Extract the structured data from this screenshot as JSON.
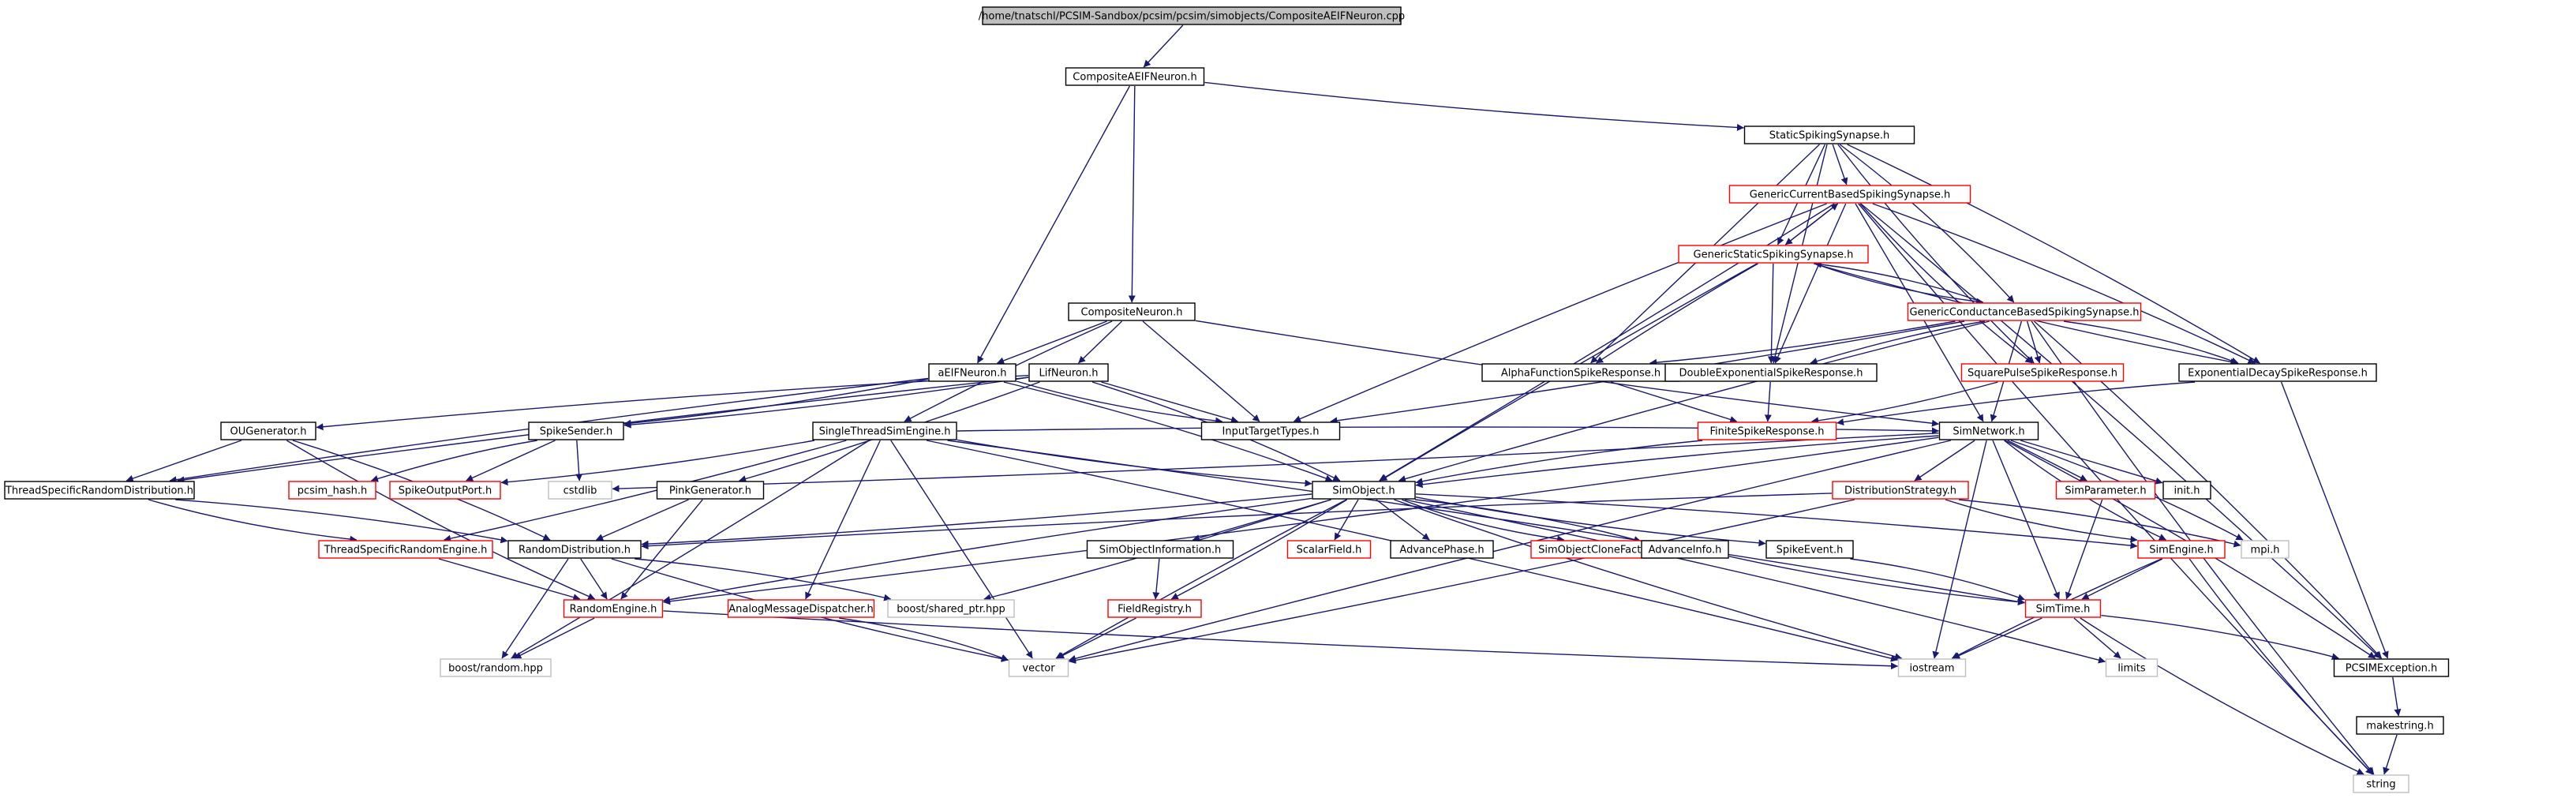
{
  "colors": {
    "root_fill": "#bfbfbf",
    "node_fill": "#ffffff",
    "border_black": "#000000",
    "border_red": "#ff0000",
    "border_gray": "#bfbfbf",
    "edge": "#191970"
  },
  "nodes": [
    {
      "id": "root",
      "label": "/home/tnatschl/PCSIM-Sandbox/pcsim/pcsim/simobjects/CompositeAEIFNeuron.cpp",
      "style": "root"
    },
    {
      "id": "composite_aeif",
      "label": "CompositeAEIFNeuron.h",
      "style": "black"
    },
    {
      "id": "static_spiking",
      "label": "StaticSpikingSynapse.h",
      "style": "black"
    },
    {
      "id": "generic_current",
      "label": "GenericCurrentBasedSpikingSynapse.h",
      "style": "red"
    },
    {
      "id": "generic_static",
      "label": "GenericStaticSpikingSynapse.h",
      "style": "red"
    },
    {
      "id": "generic_conductance",
      "label": "GenericConductanceBasedSpikingSynapse.h",
      "style": "red"
    },
    {
      "id": "composite_neuron",
      "label": "CompositeNeuron.h",
      "style": "black"
    },
    {
      "id": "aeif_neuron",
      "label": "aEIFNeuron.h",
      "style": "black"
    },
    {
      "id": "lif_neuron",
      "label": "LifNeuron.h",
      "style": "black"
    },
    {
      "id": "alpha_function",
      "label": "AlphaFunctionSpikeResponse.h",
      "style": "black"
    },
    {
      "id": "double_exp",
      "label": "DoubleExponentialSpikeResponse.h",
      "style": "black"
    },
    {
      "id": "square_pulse",
      "label": "SquarePulseSpikeResponse.h",
      "style": "red"
    },
    {
      "id": "exp_decay",
      "label": "ExponentialDecaySpikeResponse.h",
      "style": "black"
    },
    {
      "id": "ou_generator",
      "label": "OUGenerator.h",
      "style": "black"
    },
    {
      "id": "spike_sender",
      "label": "SpikeSender.h",
      "style": "black"
    },
    {
      "id": "single_thread",
      "label": "SingleThreadSimEngine.h",
      "style": "black"
    },
    {
      "id": "input_target",
      "label": "InputTargetTypes.h",
      "style": "black"
    },
    {
      "id": "finite_spike",
      "label": "FiniteSpikeResponse.h",
      "style": "red"
    },
    {
      "id": "sim_network",
      "label": "SimNetwork.h",
      "style": "black"
    },
    {
      "id": "thread_specific_rd",
      "label": "ThreadSpecificRandomDistribution.h",
      "style": "black"
    },
    {
      "id": "pcsim_hash",
      "label": "pcsim_hash.h",
      "style": "red"
    },
    {
      "id": "spike_output_port",
      "label": "SpikeOutputPort.h",
      "style": "red"
    },
    {
      "id": "cstdlib",
      "label": "cstdlib",
      "style": "gray"
    },
    {
      "id": "pink_generator",
      "label": "PinkGenerator.h",
      "style": "black"
    },
    {
      "id": "sim_object",
      "label": "SimObject.h",
      "style": "black"
    },
    {
      "id": "distribution_strategy",
      "label": "DistributionStrategy.h",
      "style": "red"
    },
    {
      "id": "sim_parameter",
      "label": "SimParameter.h",
      "style": "red"
    },
    {
      "id": "init_h",
      "label": "init.h",
      "style": "black"
    },
    {
      "id": "thread_specific_re",
      "label": "ThreadSpecificRandomEngine.h",
      "style": "red"
    },
    {
      "id": "random_distribution",
      "label": "RandomDistribution.h",
      "style": "black"
    },
    {
      "id": "sim_object_info",
      "label": "SimObjectInformation.h",
      "style": "black"
    },
    {
      "id": "scalar_field",
      "label": "ScalarField.h",
      "style": "red"
    },
    {
      "id": "advance_phase",
      "label": "AdvancePhase.h",
      "style": "black"
    },
    {
      "id": "sim_object_clone",
      "label": "SimObjectCloneFactory.h",
      "style": "red"
    },
    {
      "id": "advance_info",
      "label": "AdvanceInfo.h",
      "style": "black"
    },
    {
      "id": "spike_event",
      "label": "SpikeEvent.h",
      "style": "black"
    },
    {
      "id": "sim_engine",
      "label": "SimEngine.h",
      "style": "red"
    },
    {
      "id": "mpi_h",
      "label": "mpi.h",
      "style": "gray"
    },
    {
      "id": "random_engine",
      "label": "RandomEngine.h",
      "style": "red"
    },
    {
      "id": "analog_message",
      "label": "AnalogMessageDispatcher.h",
      "style": "red"
    },
    {
      "id": "boost_shared",
      "label": "boost/shared_ptr.hpp",
      "style": "gray"
    },
    {
      "id": "field_registry",
      "label": "FieldRegistry.h",
      "style": "red"
    },
    {
      "id": "sim_time",
      "label": "SimTime.h",
      "style": "red"
    },
    {
      "id": "boost_random",
      "label": "boost/random.hpp",
      "style": "gray"
    },
    {
      "id": "vector",
      "label": "vector",
      "style": "gray"
    },
    {
      "id": "iostream",
      "label": "iostream",
      "style": "gray"
    },
    {
      "id": "limits",
      "label": "limits",
      "style": "gray"
    },
    {
      "id": "pcsim_exception",
      "label": "PCSIMException.h",
      "style": "black"
    },
    {
      "id": "makestring",
      "label": "makestring.h",
      "style": "black"
    },
    {
      "id": "string",
      "label": "string",
      "style": "gray"
    }
  ],
  "edges": [
    [
      "root",
      "composite_aeif"
    ],
    [
      "composite_aeif",
      "static_spiking"
    ],
    [
      "composite_aeif",
      "composite_neuron"
    ],
    [
      "composite_aeif",
      "aeif_neuron"
    ],
    [
      "static_spiking",
      "generic_current"
    ],
    [
      "static_spiking",
      "generic_static"
    ],
    [
      "static_spiking",
      "generic_conductance"
    ],
    [
      "static_spiking",
      "alpha_function"
    ],
    [
      "static_spiking",
      "double_exp"
    ],
    [
      "static_spiking",
      "square_pulse"
    ],
    [
      "static_spiking",
      "exp_decay"
    ],
    [
      "generic_current",
      "generic_static"
    ],
    [
      "generic_current",
      "input_target"
    ],
    [
      "generic_current",
      "sim_object"
    ],
    [
      "generic_current",
      "double_exp"
    ],
    [
      "generic_current",
      "square_pulse"
    ],
    [
      "generic_current",
      "exp_decay"
    ],
    [
      "generic_current",
      "sim_network"
    ],
    [
      "generic_current",
      "pcsim_exception"
    ],
    [
      "generic_current",
      "string"
    ],
    [
      "generic_static",
      "generic_current"
    ],
    [
      "generic_static",
      "generic_conductance"
    ],
    [
      "generic_static",
      "alpha_function"
    ],
    [
      "generic_static",
      "double_exp"
    ],
    [
      "generic_static",
      "sim_object"
    ],
    [
      "generic_static",
      "exp_decay"
    ],
    [
      "generic_conductance",
      "generic_static"
    ],
    [
      "generic_conductance",
      "alpha_function"
    ],
    [
      "generic_conductance",
      "double_exp"
    ],
    [
      "generic_conductance",
      "square_pulse"
    ],
    [
      "generic_conductance",
      "exp_decay"
    ],
    [
      "generic_conductance",
      "input_target"
    ],
    [
      "generic_conductance",
      "sim_object"
    ],
    [
      "generic_conductance",
      "sim_network"
    ],
    [
      "generic_conductance",
      "pcsim_exception"
    ],
    [
      "generic_conductance",
      "string"
    ],
    [
      "composite_neuron",
      "aeif_neuron"
    ],
    [
      "composite_neuron",
      "lif_neuron"
    ],
    [
      "composite_neuron",
      "single_thread"
    ],
    [
      "composite_neuron",
      "sim_network"
    ],
    [
      "composite_neuron",
      "input_target"
    ],
    [
      "aeif_neuron",
      "spike_sender"
    ],
    [
      "aeif_neuron",
      "sim_object"
    ],
    [
      "aeif_neuron",
      "input_target"
    ],
    [
      "aeif_neuron",
      "thread_specific_rd"
    ],
    [
      "lif_neuron",
      "spike_sender"
    ],
    [
      "lif_neuron",
      "ou_generator"
    ],
    [
      "lif_neuron",
      "pink_generator"
    ],
    [
      "lif_neuron",
      "sim_object"
    ],
    [
      "lif_neuron",
      "input_target"
    ],
    [
      "lif_neuron",
      "thread_specific_rd"
    ],
    [
      "alpha_function",
      "finite_spike"
    ],
    [
      "double_exp",
      "finite_spike"
    ],
    [
      "square_pulse",
      "finite_spike"
    ],
    [
      "exp_decay",
      "finite_spike"
    ],
    [
      "exp_decay",
      "pcsim_exception"
    ],
    [
      "finite_spike",
      "sim_object"
    ],
    [
      "ou_generator",
      "thread_specific_rd"
    ],
    [
      "ou_generator",
      "random_distribution"
    ],
    [
      "ou_generator",
      "random_engine"
    ],
    [
      "spike_sender",
      "pcsim_hash"
    ],
    [
      "spike_sender",
      "spike_output_port"
    ],
    [
      "spike_sender",
      "cstdlib"
    ],
    [
      "single_thread",
      "sim_object"
    ],
    [
      "single_thread",
      "sim_network"
    ],
    [
      "single_thread",
      "thread_specific_re"
    ],
    [
      "single_thread",
      "analog_message"
    ],
    [
      "single_thread",
      "spike_output_port"
    ],
    [
      "single_thread",
      "sim_time"
    ],
    [
      "single_thread",
      "vector"
    ],
    [
      "single_thread",
      "iostream"
    ],
    [
      "single_thread",
      "boost_random"
    ],
    [
      "sim_network",
      "sim_object"
    ],
    [
      "sim_network",
      "distribution_strategy"
    ],
    [
      "sim_network",
      "sim_parameter"
    ],
    [
      "sim_network",
      "init_h"
    ],
    [
      "sim_network",
      "mpi_h"
    ],
    [
      "sim_network",
      "sim_engine"
    ],
    [
      "sim_network",
      "sim_time"
    ],
    [
      "sim_network",
      "random_engine"
    ],
    [
      "sim_network",
      "pcsim_exception"
    ],
    [
      "sim_network",
      "iostream"
    ],
    [
      "sim_network",
      "vector"
    ],
    [
      "sim_network",
      "cstdlib"
    ],
    [
      "thread_specific_rd",
      "random_distribution"
    ],
    [
      "thread_specific_rd",
      "thread_specific_re"
    ],
    [
      "pink_generator",
      "random_distribution"
    ],
    [
      "pink_generator",
      "random_engine"
    ],
    [
      "sim_object",
      "sim_object_info"
    ],
    [
      "sim_object",
      "scalar_field"
    ],
    [
      "sim_object",
      "advance_phase"
    ],
    [
      "sim_object",
      "sim_object_clone"
    ],
    [
      "sim_object",
      "advance_info"
    ],
    [
      "sim_object",
      "spike_event"
    ],
    [
      "sim_object",
      "sim_engine"
    ],
    [
      "sim_object",
      "field_registry"
    ],
    [
      "sim_object",
      "random_engine"
    ],
    [
      "sim_object",
      "boost_shared"
    ],
    [
      "sim_object",
      "vector"
    ],
    [
      "sim_object",
      "iostream"
    ],
    [
      "sim_object",
      "limits"
    ],
    [
      "sim_object",
      "random_distribution"
    ],
    [
      "distribution_strategy",
      "random_distribution"
    ],
    [
      "distribution_strategy",
      "sim_engine"
    ],
    [
      "distribution_strategy",
      "mpi_h"
    ],
    [
      "distribution_strategy",
      "vector"
    ],
    [
      "sim_parameter",
      "sim_time"
    ],
    [
      "thread_specific_re",
      "random_engine"
    ],
    [
      "random_distribution",
      "random_engine"
    ],
    [
      "random_distribution",
      "boost_random"
    ],
    [
      "random_distribution",
      "boost_shared"
    ],
    [
      "random_distribution",
      "vector"
    ],
    [
      "sim_object_info",
      "field_registry"
    ],
    [
      "advance_info",
      "sim_time"
    ],
    [
      "spike_event",
      "sim_time"
    ],
    [
      "sim_engine",
      "sim_time"
    ],
    [
      "sim_engine",
      "iostream"
    ],
    [
      "sim_engine",
      "string"
    ],
    [
      "random_engine",
      "boost_random"
    ],
    [
      "random_engine",
      "iostream"
    ],
    [
      "analog_message",
      "vector"
    ],
    [
      "field_registry",
      "vector"
    ],
    [
      "sim_time",
      "iostream"
    ],
    [
      "sim_time",
      "limits"
    ],
    [
      "sim_time",
      "pcsim_exception"
    ],
    [
      "sim_time",
      "string"
    ],
    [
      "pcsim_exception",
      "makestring"
    ],
    [
      "makestring",
      "string"
    ]
  ]
}
